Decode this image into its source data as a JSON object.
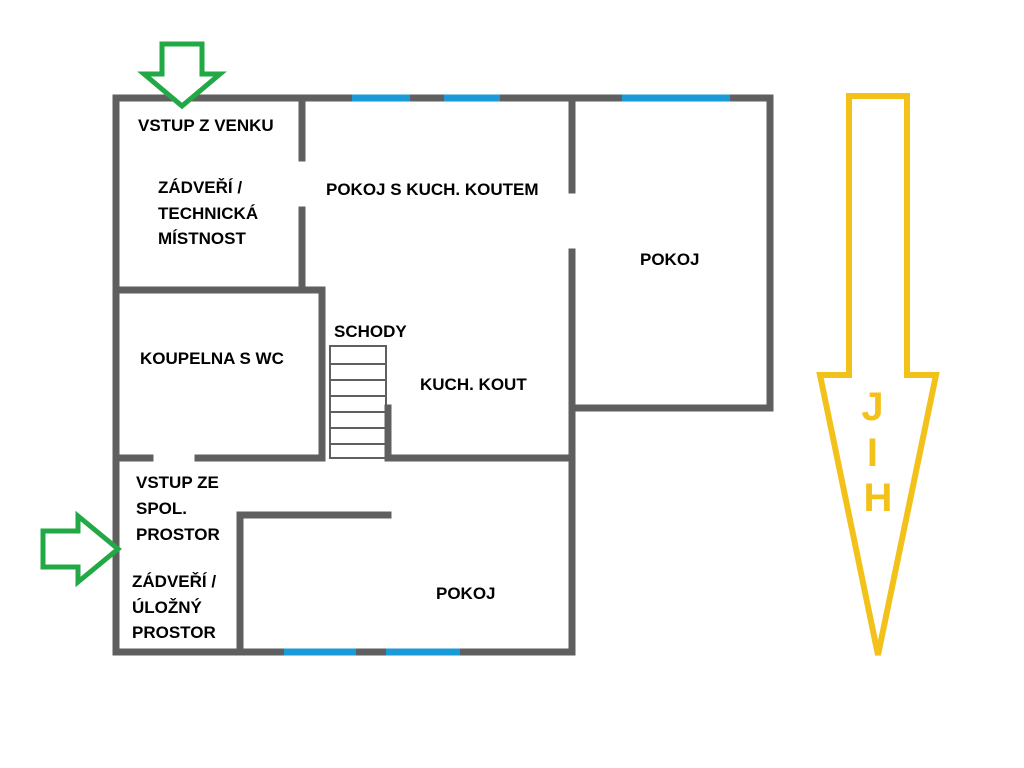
{
  "colors": {
    "wall": "#5f5f5f",
    "window": "#1a9bd7",
    "entrance_arrow": "#22a845",
    "south_arrow": "#f2c21a",
    "label": "#000000",
    "background": "#ffffff"
  },
  "rooms": {
    "vstup_z_venku": "VSTUP Z VENKU",
    "zadveri_technicka": [
      "ZÁDVEŘÍ /",
      "TECHNICKÁ",
      "MÍSTNOST"
    ],
    "pokoj_kuch_koutem": "POKOJ S KUCH. KOUTEM",
    "pokoj_east": "POKOJ",
    "koupelna": "KOUPELNA S WC",
    "schody": "SCHODY",
    "kuch_kout": "KUCH. KOUT",
    "vstup_spol": [
      "VSTUP ZE",
      "SPOL.",
      "PROSTOR"
    ],
    "zadveri_ulozny": [
      "ZÁDVEŘÍ /",
      "ÚLOŽNÝ",
      "PROSTOR"
    ],
    "pokoj_south": "POKOJ"
  },
  "compass": {
    "letters": [
      "J",
      "I",
      "H"
    ]
  },
  "icons": [
    "entrance-arrow-icon",
    "south-arrow-icon"
  ]
}
